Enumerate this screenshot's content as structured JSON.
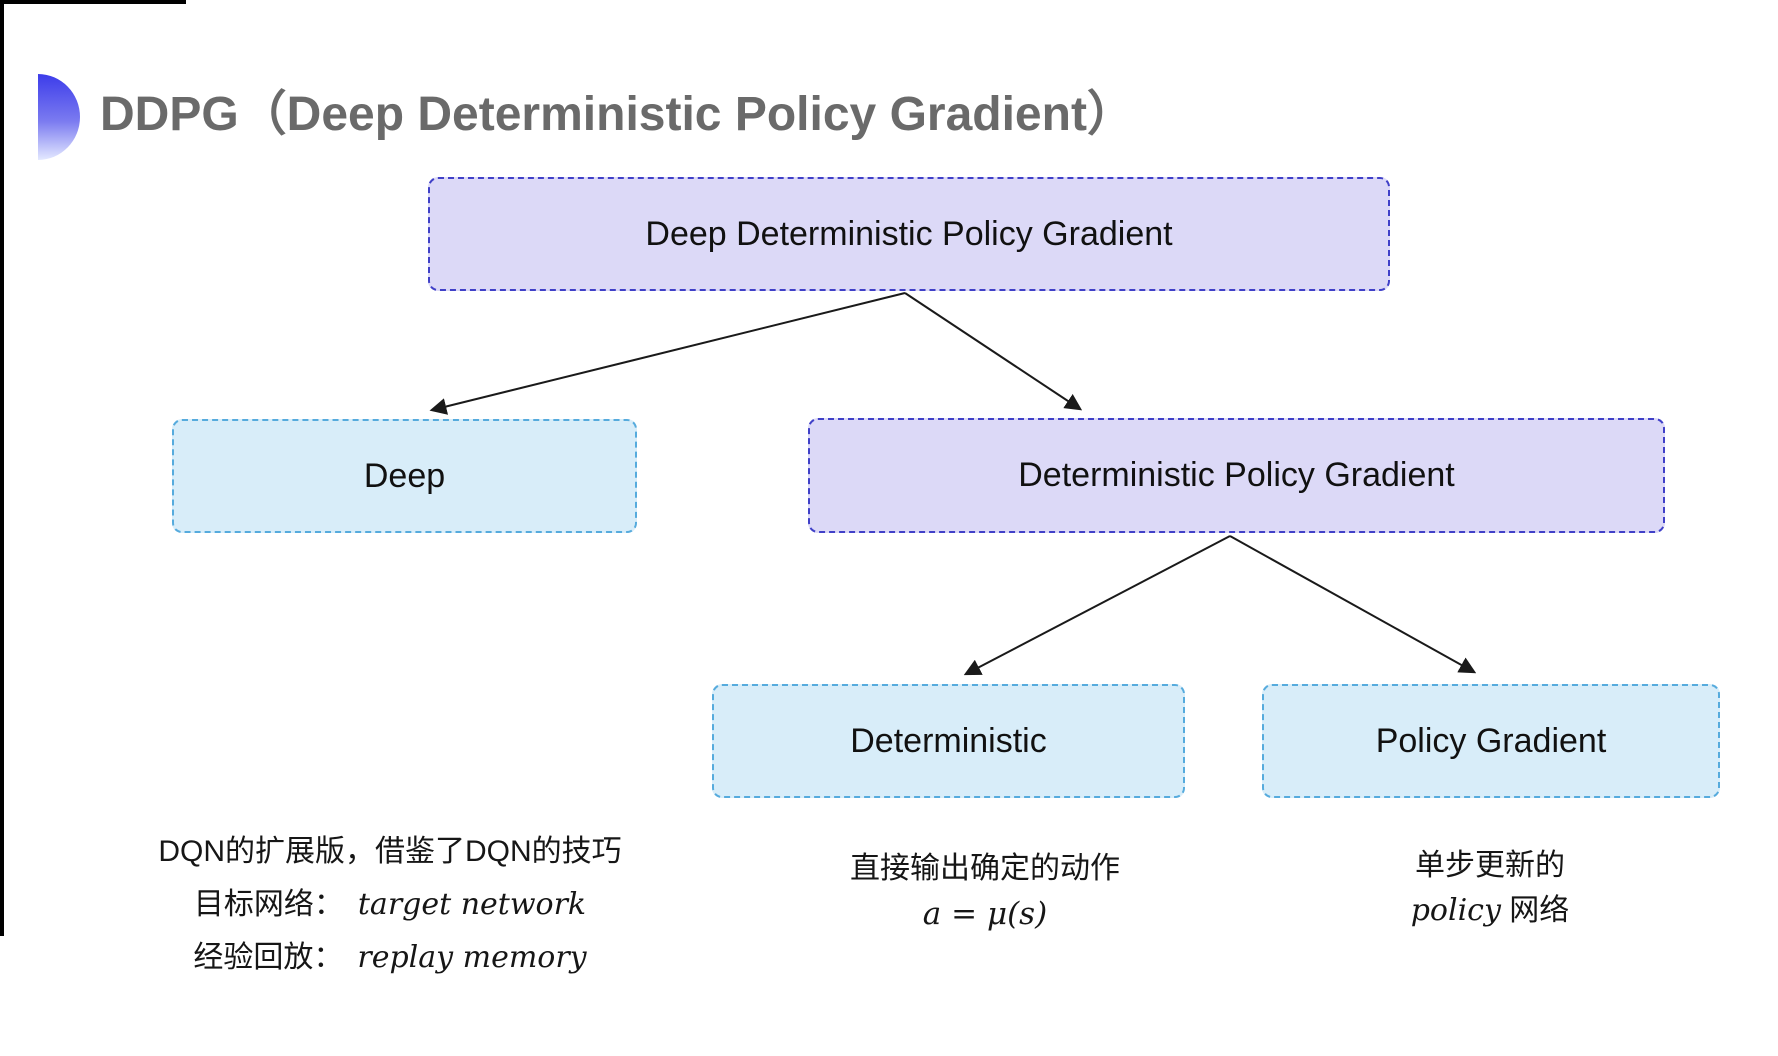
{
  "title": {
    "text": "DDPG（Deep Deterministic Policy Gradient）"
  },
  "tree": {
    "root": {
      "label": "Deep Deterministic Policy Gradient"
    },
    "deep": {
      "label": "Deep"
    },
    "dpg": {
      "label": "Deterministic Policy Gradient"
    },
    "det": {
      "label": "Deterministic"
    },
    "pg": {
      "label": "Policy Gradient"
    }
  },
  "notes": {
    "deep": {
      "line1": "DQN的扩展版，借鉴了DQN的技巧",
      "line2_label": "目标网络：",
      "line2_term": "target network",
      "line3_label": "经验回放：",
      "line3_term": "replay memory"
    },
    "det": {
      "line1": "直接输出确定的动作",
      "formula": "a = μ(s)"
    },
    "pg": {
      "line1": "单步更新的",
      "line2_term": "policy",
      "line2_suffix": " 网络"
    }
  },
  "colors": {
    "accent_purple_fill": "#dcd9f7",
    "accent_purple_border": "#4040c8",
    "accent_blue_fill": "#d8edf9",
    "accent_blue_border": "#56abdd",
    "title_gray": "#6a6a6a",
    "icon_blue": "#3c3cea",
    "arrow_black": "#1a1a1a"
  }
}
